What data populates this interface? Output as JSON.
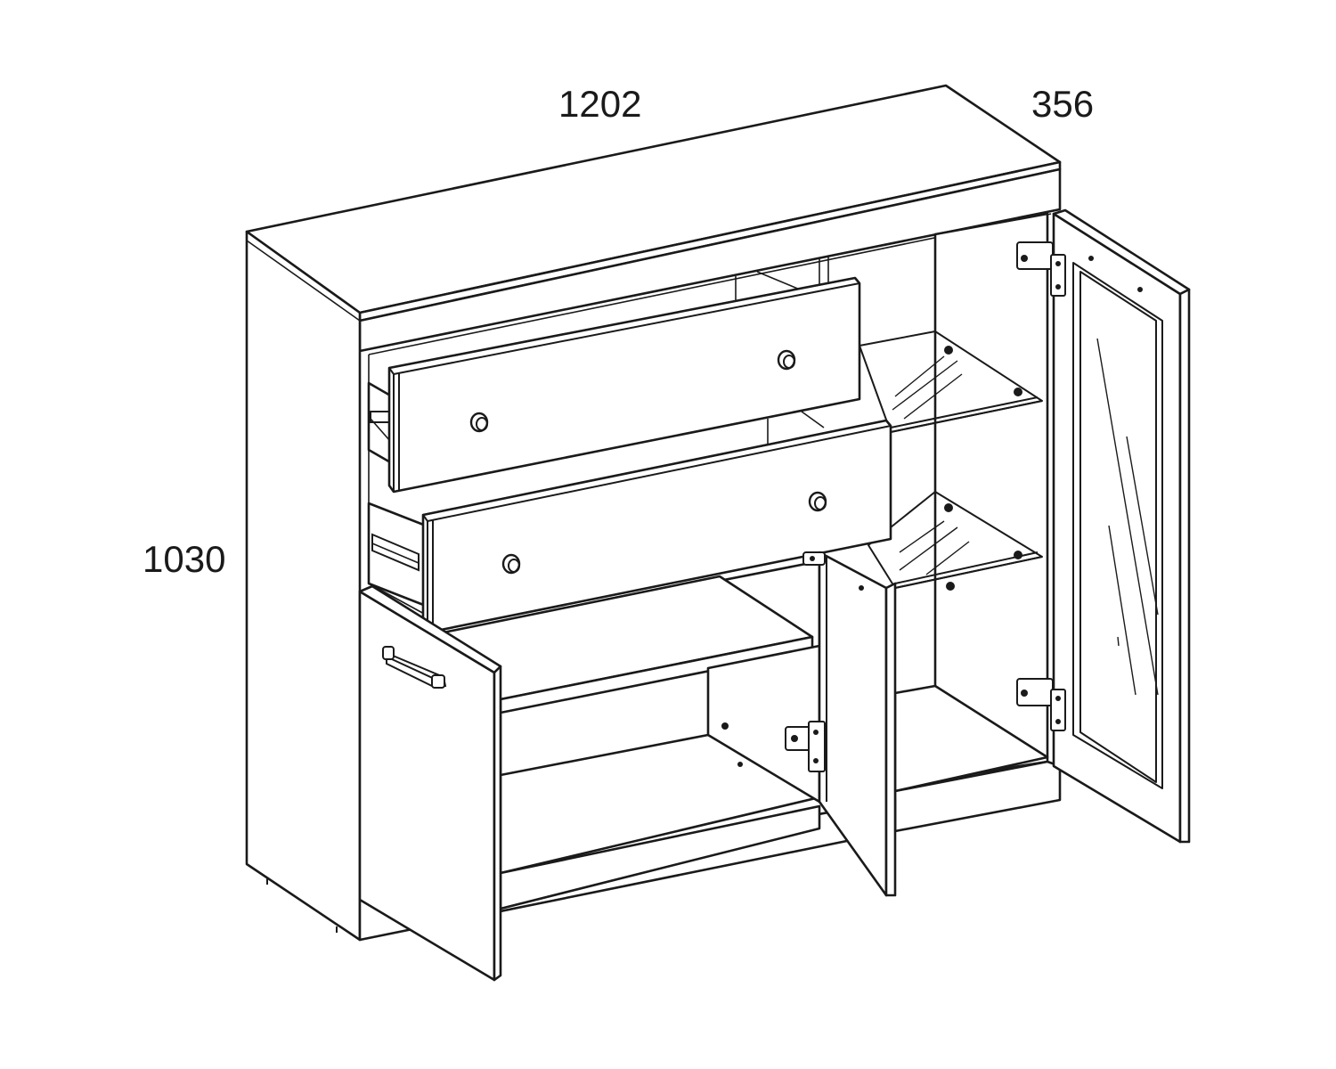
{
  "dimensions": {
    "width": "1202",
    "depth": "356",
    "height": "1030"
  }
}
